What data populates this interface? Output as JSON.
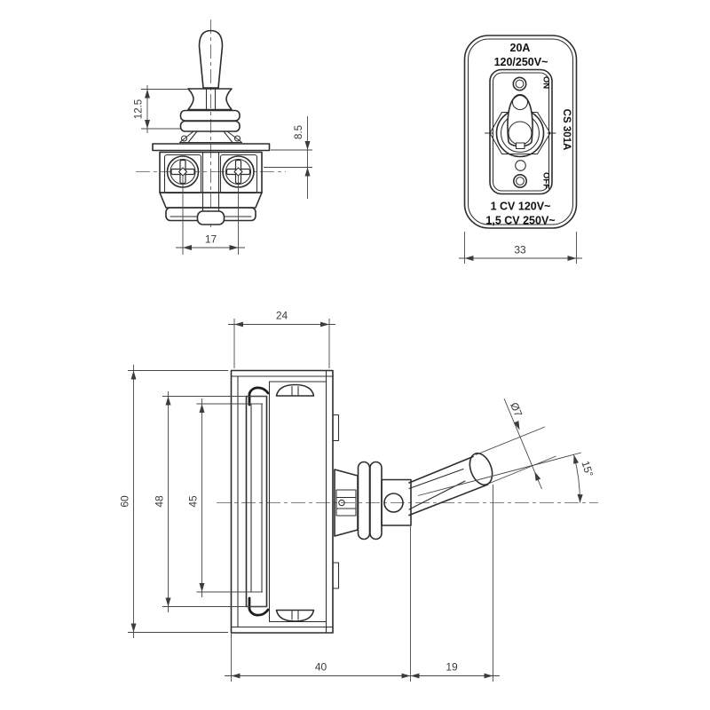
{
  "drawing": {
    "type": "toggle-switch-technical-drawing",
    "colors": {
      "line": "#2d2d2d",
      "dim_line": "#474747",
      "background": "#ffffff"
    },
    "front_view": {
      "dim_stem_height": "12.5",
      "dim_bushing_height": "8.5",
      "dim_screw_spacing": "17"
    },
    "faceplate_view": {
      "current_rating": "20A",
      "voltage_rating": "120/250V~",
      "on_label": "ON",
      "off_label": "OFF",
      "model_number": "CS 301A",
      "power_rating_1": "1 CV 120V~",
      "power_rating_2": "1,5 CV 250V~",
      "dim_width": "33"
    },
    "side_view": {
      "dim_depth": "24",
      "dim_height": "60",
      "dim_bracket_height": "48",
      "dim_inner_height": "45",
      "dim_body_length": "40",
      "dim_lever_length": "19",
      "dim_lever_diameter": "Ø7",
      "dim_lever_angle": "15°"
    }
  }
}
